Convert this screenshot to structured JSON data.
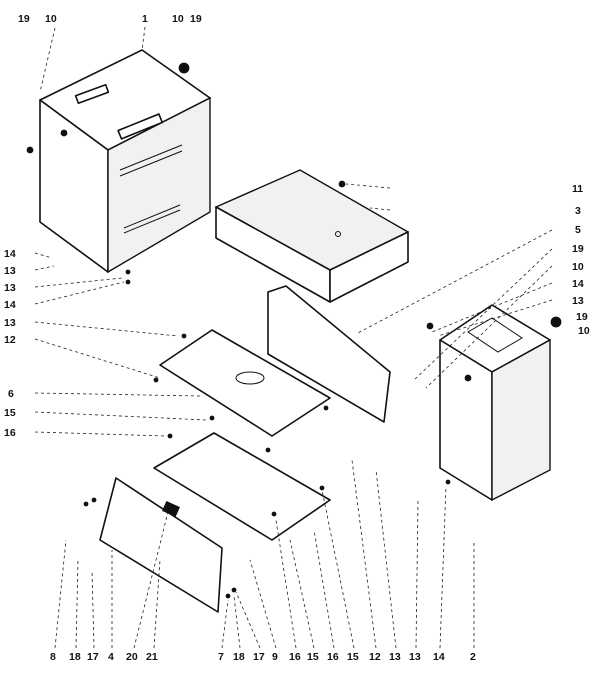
{
  "callouts": [
    {
      "id": "c0",
      "text": "19"
    },
    {
      "id": "c1",
      "text": "10"
    },
    {
      "id": "c2",
      "text": "1"
    },
    {
      "id": "c3",
      "text": "10"
    },
    {
      "id": "c4",
      "text": "19"
    },
    {
      "id": "c5",
      "text": "11"
    },
    {
      "id": "c6",
      "text": "3"
    },
    {
      "id": "c7",
      "text": "5"
    },
    {
      "id": "c8",
      "text": "19"
    },
    {
      "id": "c9",
      "text": "10"
    },
    {
      "id": "c10",
      "text": "14"
    },
    {
      "id": "c11",
      "text": "13"
    },
    {
      "id": "c12",
      "text": "19"
    },
    {
      "id": "c13",
      "text": "10"
    },
    {
      "id": "c14",
      "text": "14"
    },
    {
      "id": "c15",
      "text": "13"
    },
    {
      "id": "c16",
      "text": "13"
    },
    {
      "id": "c17",
      "text": "14"
    },
    {
      "id": "c18",
      "text": "13"
    },
    {
      "id": "c19",
      "text": "12"
    },
    {
      "id": "c20",
      "text": "6"
    },
    {
      "id": "c21",
      "text": "15"
    },
    {
      "id": "c22",
      "text": "16"
    },
    {
      "id": "c23",
      "text": "8"
    },
    {
      "id": "c24",
      "text": "18"
    },
    {
      "id": "c25",
      "text": "17"
    },
    {
      "id": "c26",
      "text": "4"
    },
    {
      "id": "c27",
      "text": "20"
    },
    {
      "id": "c28",
      "text": "21"
    },
    {
      "id": "c29",
      "text": "7"
    },
    {
      "id": "c30",
      "text": "18"
    },
    {
      "id": "c31",
      "text": "17"
    },
    {
      "id": "c32",
      "text": "9"
    },
    {
      "id": "c33",
      "text": "16"
    },
    {
      "id": "c34",
      "text": "15"
    },
    {
      "id": "c35",
      "text": "16"
    },
    {
      "id": "c36",
      "text": "15"
    },
    {
      "id": "c37",
      "text": "12"
    },
    {
      "id": "c38",
      "text": "13"
    },
    {
      "id": "c39",
      "text": "13"
    },
    {
      "id": "c40",
      "text": "14"
    },
    {
      "id": "c41",
      "text": "2"
    }
  ]
}
